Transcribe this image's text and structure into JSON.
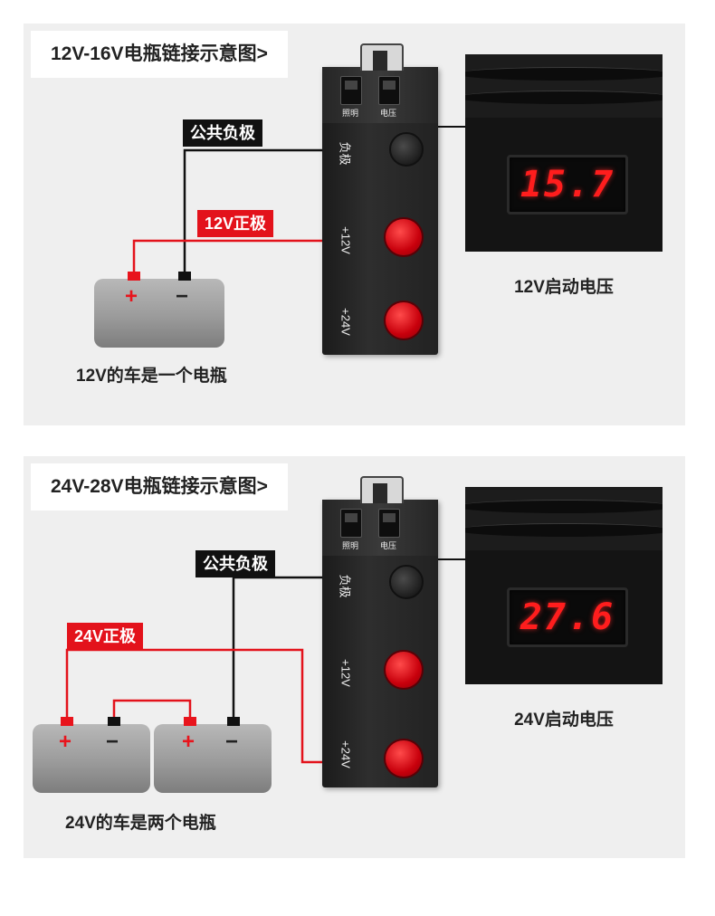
{
  "panels": [
    {
      "title": "12V-16V电瓶链接示意图>",
      "common_negative": "公共负极",
      "positive_tag": "12V正极",
      "switch_labels": [
        "照明",
        "电压"
      ],
      "terminal_labels": {
        "neg": "负极",
        "p12": "+12V",
        "p24": "+24V"
      },
      "meter_reading": "15.7",
      "voltage_caption": "12V启动电压",
      "battery_caption": "12V的车是一个电瓶",
      "battery_signs": {
        "plus": "+",
        "minus": "−"
      }
    },
    {
      "title": "24V-28V电瓶链接示意图>",
      "common_negative": "公共负极",
      "positive_tag": "24V正极",
      "switch_labels": [
        "照明",
        "电压"
      ],
      "terminal_labels": {
        "neg": "负极",
        "p12": "+12V",
        "p24": "+24V"
      },
      "meter_reading": "27.6",
      "voltage_caption": "24V启动电压",
      "battery_caption": "24V的车是两个电瓶",
      "battery_signs": {
        "plus": "+",
        "minus": "−"
      }
    }
  ],
  "colors": {
    "wire_red": "#e3121b",
    "wire_black": "#111111",
    "panel_bg": "#efefef",
    "led": "#ff1d1d"
  }
}
